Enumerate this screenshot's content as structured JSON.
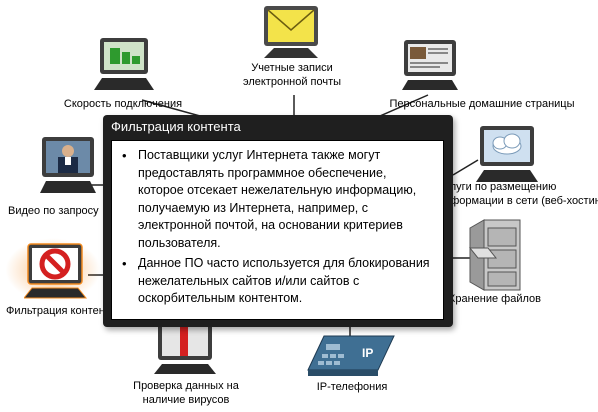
{
  "nodes": {
    "email": {
      "label_line1": "Учетные записи",
      "label_line2": "электронной почты",
      "icon": "email-icon"
    },
    "speed": {
      "label": "Скорость подключения",
      "icon": "computer-icon"
    },
    "homepages": {
      "label": "Персональные домашние страницы",
      "icon": "webpage-icon"
    },
    "video": {
      "label": "Видео по запросу",
      "icon": "video-monitor-icon"
    },
    "hosting": {
      "label_line1": "Услуги по размещению",
      "label_line2": "информации в сети (веб-хостинг)",
      "icon": "cloud-monitor-icon"
    },
    "filtering": {
      "label": "Фильтрация контента",
      "icon": "block-icon"
    },
    "storage": {
      "label": "Хранение файлов",
      "icon": "file-cabinet-icon"
    },
    "antivirus": {
      "label_line1": "Проверка данных на",
      "label_line2": "наличие вирусов",
      "icon": "virus-scan-icon"
    },
    "ipphone": {
      "label": "IP-телефония",
      "icon": "ip-phone-icon",
      "badge": "IP"
    }
  },
  "popup": {
    "title": "Фильтрация контента",
    "bullets": [
      "Поставщики услуг Интернета также могут предоставлять программное обеспечение, которое отсекает нежелательную информацию, получаемую из Интернета, например, с электронной почтой, на основании критериев пользователя.",
      "Данное ПО часто используется для блокирования нежелательных сайтов и/или сайтов с оскорбительным контентом."
    ]
  },
  "colors": {
    "accent_orange": "#f28a1f",
    "block_red": "#d42020",
    "popup_bg": "#1f1f1f",
    "envelope": "#f3e34a",
    "phone": "#3f6f93"
  }
}
